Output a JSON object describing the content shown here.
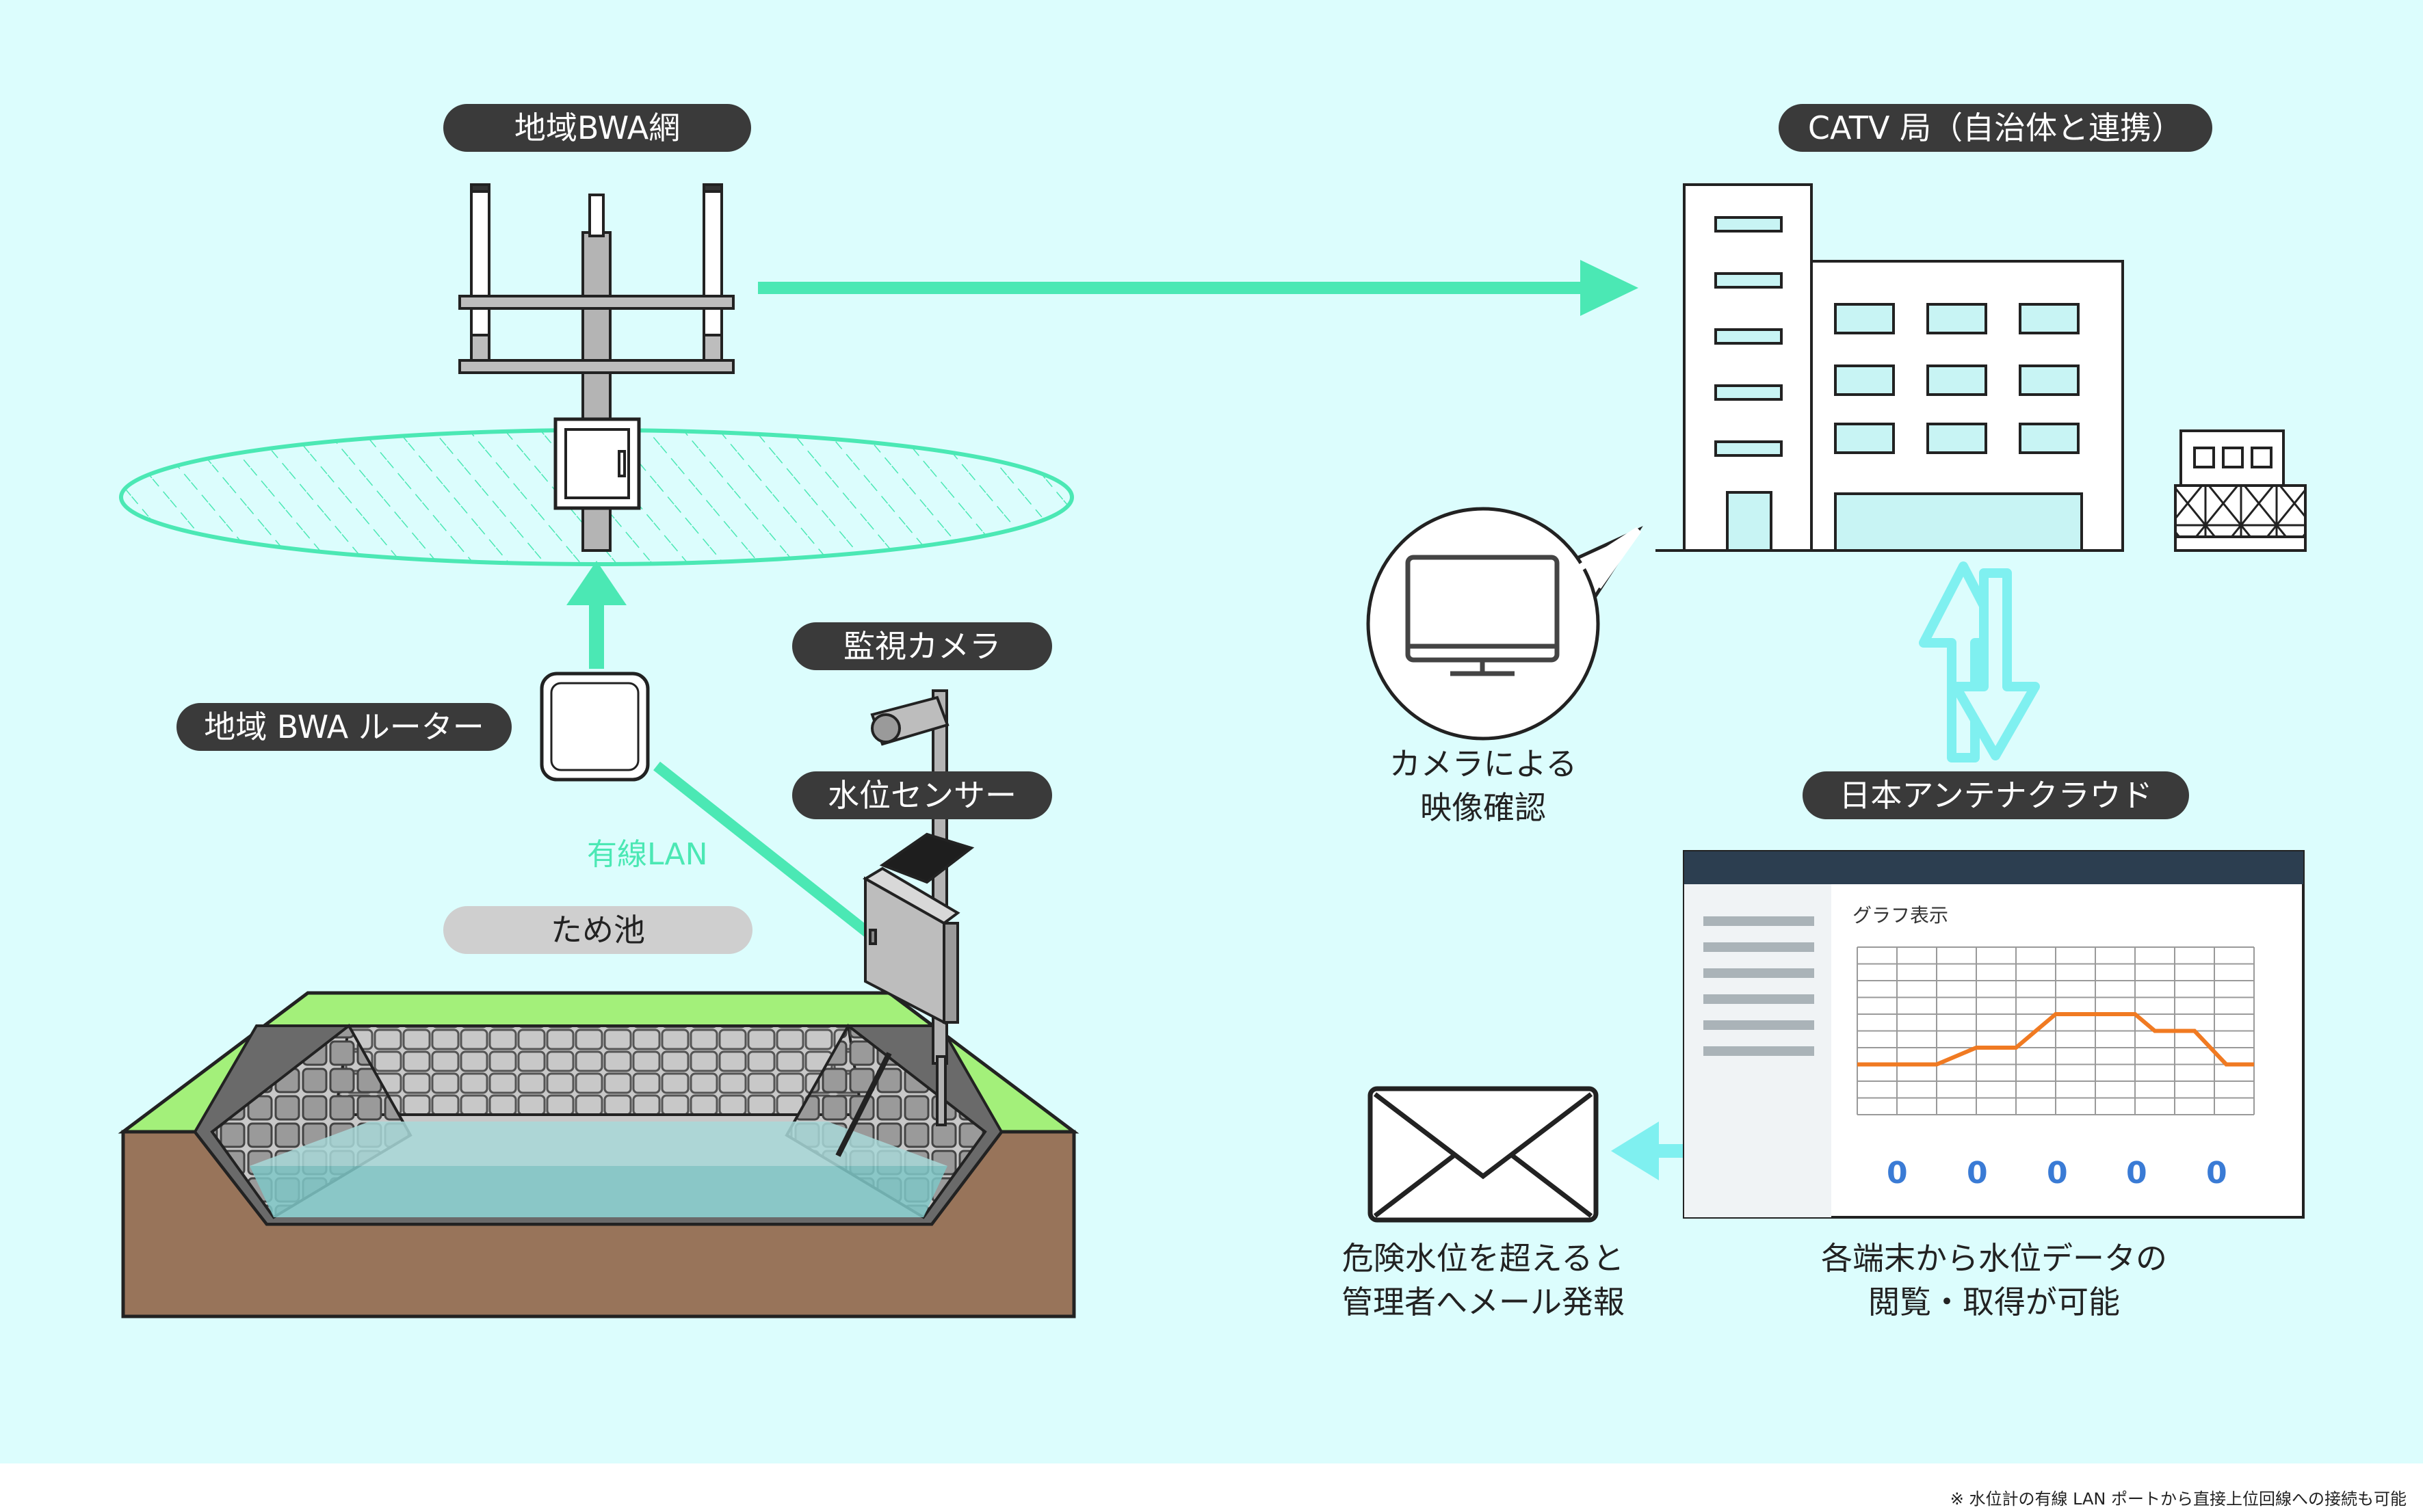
{
  "labels": {
    "bwa_network": "地域BWA網",
    "catv_station": "CATV 局（自治体と連携）",
    "surveillance_camera": "監視カメラ",
    "bwa_router": "地域 BWA ルーター",
    "water_level_sensor": "水位センサー",
    "pond": "ため池",
    "antenna_cloud": "日本アンテナクラウド",
    "wired_lan": "有線LAN"
  },
  "captions": {
    "camera_view": "カメラによる\n映像確認",
    "mail_alert": "危険水位を超えると\n管理者へメール発報",
    "data_access": "各端末から水位データの\n閲覧・取得が可能"
  },
  "dashboard": {
    "graph_title": "グラフ表示",
    "gauge_values": [
      "0",
      "0",
      "0",
      "0",
      "0"
    ]
  },
  "footnote": "※ 水位計の有線 LAN ポートから直接上位回線への接続も可能",
  "colors": {
    "background": "#dcfdfd",
    "flow_green": "#4be8b4",
    "cloud_arrow": "#7ff0f0",
    "grass": "#a3f07a",
    "soil": "#98745a",
    "water": "#a8d8d8",
    "chart_line": "#f07a22",
    "label_bg": "#3a3a3a"
  },
  "icons": [
    "base-station-tower-icon",
    "router-icon",
    "camera-icon",
    "solar-panel-icon",
    "sensor-box-icon",
    "building-icon",
    "monitor-icon",
    "envelope-icon",
    "dashboard-icon"
  ]
}
